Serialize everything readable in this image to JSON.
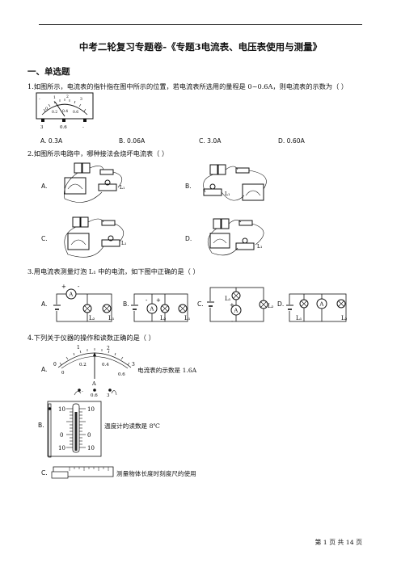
{
  "doc": {
    "title": "中考二轮复习专题卷-《专题3电流表、电压表使用与测量》",
    "section": "一、单选题"
  },
  "q1": {
    "stem": "1.如图所示，电流表的指针指在图中所示的位置，若电流表所选用的量程是 0~0.6A，则电流表的示数为（    ）",
    "meter": {
      "minus": "-",
      "zero": "0",
      "t1": "0.2",
      "t2": "0.4",
      "t3": "0.6",
      "t4": "1",
      "t5": "2",
      "t6": "3",
      "term_a": "3",
      "term_b": "0.6",
      "term_c": "-"
    },
    "options": [
      "A. 0.3A",
      "B. 0.06A",
      "C. 3.0A",
      "D. 0.60A"
    ]
  },
  "q2": {
    "stem": "2.如图所示电路中，哪种接法会烧坏电流表（    ）",
    "labels": [
      "A.",
      "B.",
      "C.",
      "D."
    ],
    "lamp": "L₁"
  },
  "q3": {
    "stem": "3.用电流表测量灯泡 L₁ 中的电流，如下图中正确的是（    ）",
    "labels": [
      "A.",
      "B.",
      "C.",
      "D."
    ],
    "ammeter": "A",
    "plus": "+",
    "minus": "-",
    "l1": "L₁",
    "l2": "L₂"
  },
  "q4": {
    "stem": "4.下列关于仪器的操作和读数正确的是（    ）",
    "a_label": "A.",
    "a_text": "电流表的示数是 1.6A",
    "a_meter": {
      "t0": "0",
      "t1": "1",
      "t2": "2",
      "t3": "3",
      "b1": "0.2",
      "b2": "0.4",
      "b3": "0.6",
      "unit": "A",
      "term1": "-",
      "term2": "0.6",
      "term3": "3"
    },
    "b_label": "B.",
    "b_text": "温度计的读数是 8℃",
    "b_scale": [
      "10",
      "0",
      "10"
    ],
    "c_label": "C.",
    "c_text": "测量物体长度时刻度尺的使用"
  },
  "footer": "第 1 页 共 14 页"
}
